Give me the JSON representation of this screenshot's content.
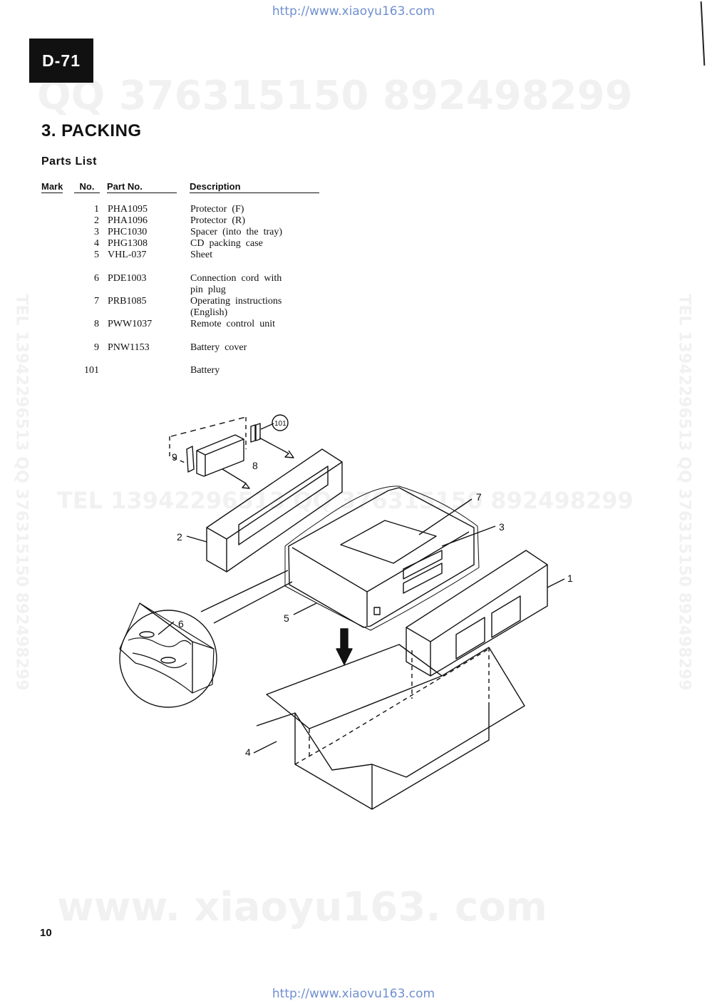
{
  "header": {
    "url_top": "http://www.xiaoyu163.com",
    "model_tab": "D-71"
  },
  "watermarks": {
    "qq_line": "QQ 376315150   892498299",
    "tel_line": "TEL 13942296513   QQ 376315150   892498299",
    "tel_vertical": "TEL 13942296513  QQ 376315150  892498299",
    "site": "www. xiaoyu163. com"
  },
  "section": {
    "title": "3. PACKING",
    "subtitle": "Parts  List"
  },
  "table": {
    "headers": {
      "mark": "Mark",
      "no": "No.",
      "part_no": "Part  No.",
      "description": "Description"
    },
    "rows": [
      {
        "no": "1",
        "part_no": "PHA1095",
        "desc1": "Protector  (F)",
        "desc2": ""
      },
      {
        "no": "2",
        "part_no": "PHA1096",
        "desc1": "Protector  (R)",
        "desc2": ""
      },
      {
        "no": "3",
        "part_no": "PHC1030",
        "desc1": "Spacer  (into  the  tray)",
        "desc2": ""
      },
      {
        "no": "4",
        "part_no": "PHG1308",
        "desc1": "CD  packing  case",
        "desc2": ""
      },
      {
        "no": "5",
        "part_no": "VHL-037",
        "desc1": "Sheet",
        "desc2": ""
      },
      {
        "no": "6",
        "part_no": "PDE1003",
        "desc1": "Connection  cord  with",
        "desc2": "pin  plug"
      },
      {
        "no": "7",
        "part_no": "PRB1085",
        "desc1": "Operating  instructions",
        "desc2": "(English)"
      },
      {
        "no": "8",
        "part_no": "PWW1037",
        "desc1": "Remote  control  unit",
        "desc2": ""
      },
      {
        "no": "9",
        "part_no": "PNW1153",
        "desc1": "Battery  cover",
        "desc2": ""
      },
      {
        "no": "101",
        "part_no": "",
        "desc1": "Battery",
        "desc2": ""
      }
    ]
  },
  "diagram": {
    "callouts": {
      "c1": "1",
      "c2": "2",
      "c3": "3",
      "c4": "4",
      "c5": "5",
      "c6": "6",
      "c7": "7",
      "c8": "8",
      "c9": "9",
      "c101": "101"
    }
  },
  "footer": {
    "page_number": "10",
    "url_bottom": "http://www.xiaovu163.com"
  }
}
